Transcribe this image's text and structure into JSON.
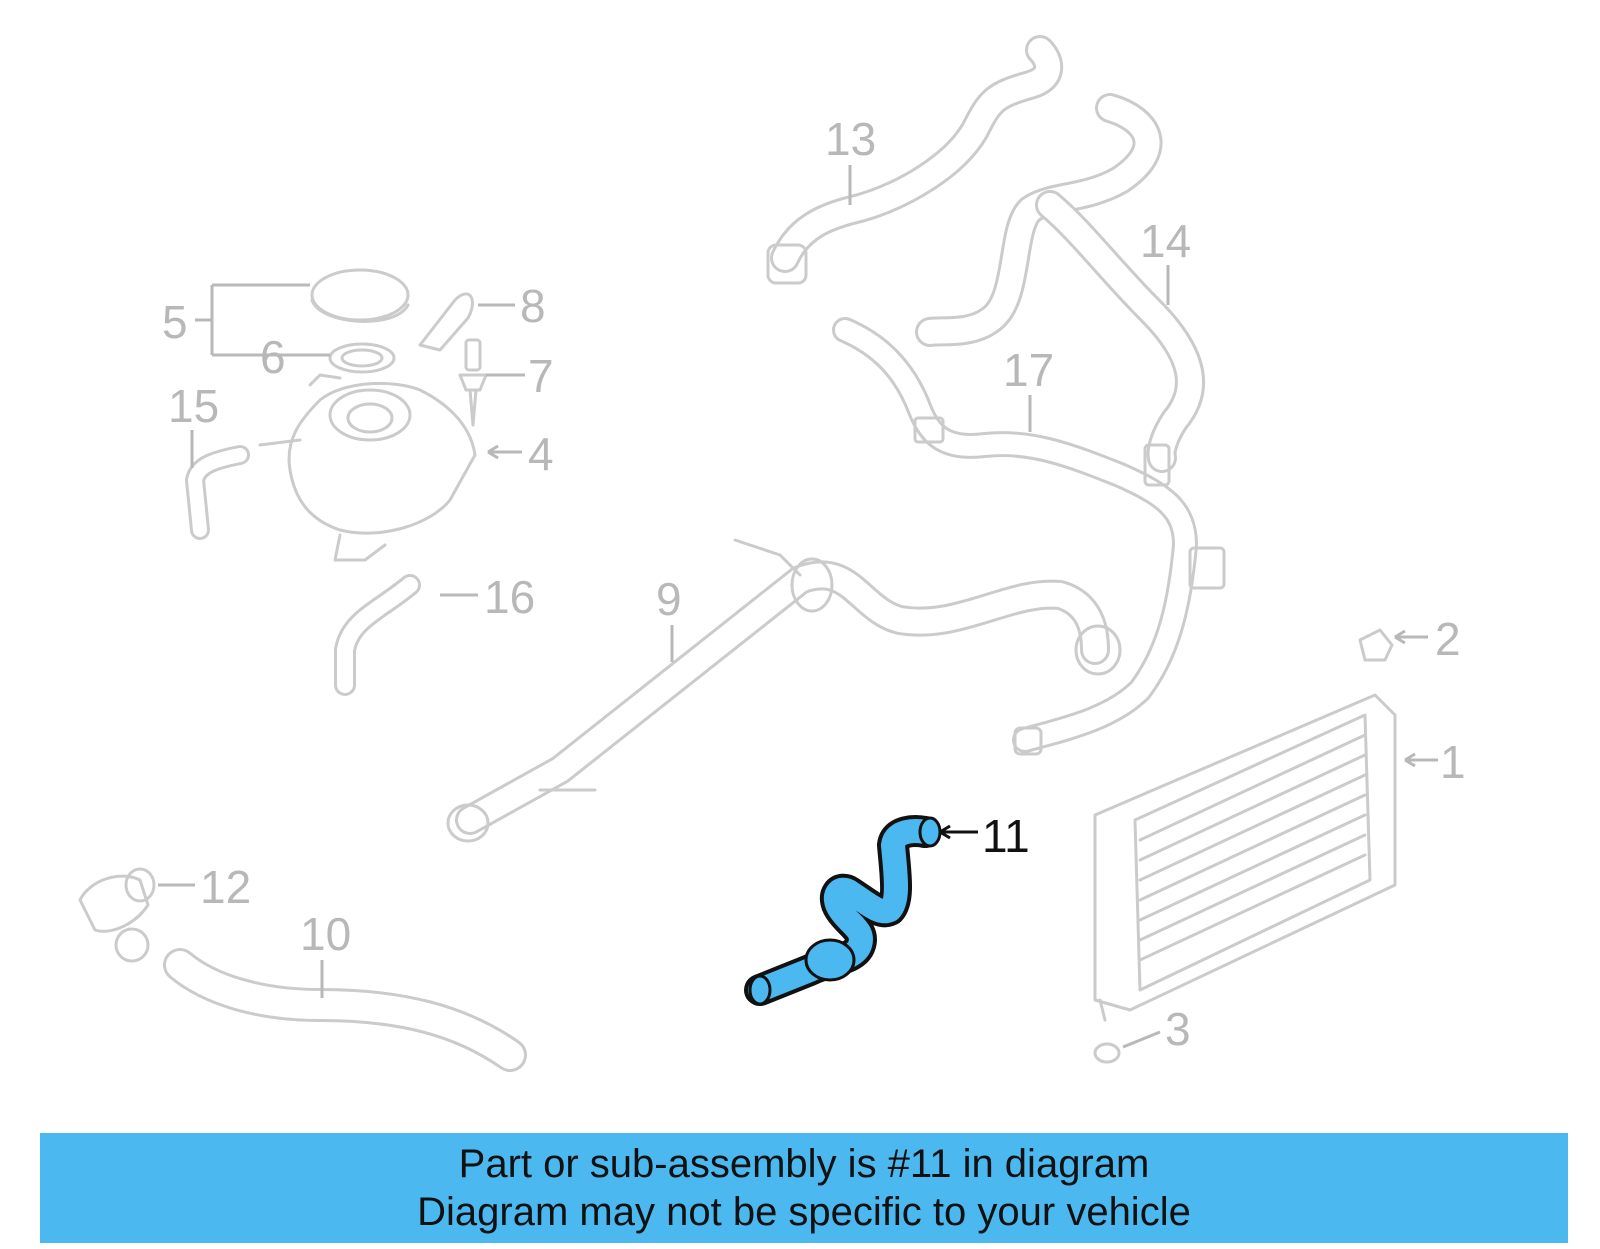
{
  "diagram": {
    "highlight_color": "#4cb8f0",
    "muted_color": "#cbcbcb",
    "callouts": [
      {
        "id": "1",
        "label": "1"
      },
      {
        "id": "2",
        "label": "2"
      },
      {
        "id": "3",
        "label": "3"
      },
      {
        "id": "4",
        "label": "4"
      },
      {
        "id": "5",
        "label": "5"
      },
      {
        "id": "6",
        "label": "6"
      },
      {
        "id": "7",
        "label": "7"
      },
      {
        "id": "8",
        "label": "8"
      },
      {
        "id": "9",
        "label": "9"
      },
      {
        "id": "10",
        "label": "10"
      },
      {
        "id": "11",
        "label": "11"
      },
      {
        "id": "12",
        "label": "12"
      },
      {
        "id": "13",
        "label": "13"
      },
      {
        "id": "14",
        "label": "14"
      },
      {
        "id": "15",
        "label": "15"
      },
      {
        "id": "16",
        "label": "16"
      },
      {
        "id": "17",
        "label": "17"
      }
    ],
    "highlighted_part": "11"
  },
  "banner": {
    "line1": "Part or sub-assembly is #11 in diagram",
    "line2": "Diagram may not be specific to your vehicle"
  }
}
